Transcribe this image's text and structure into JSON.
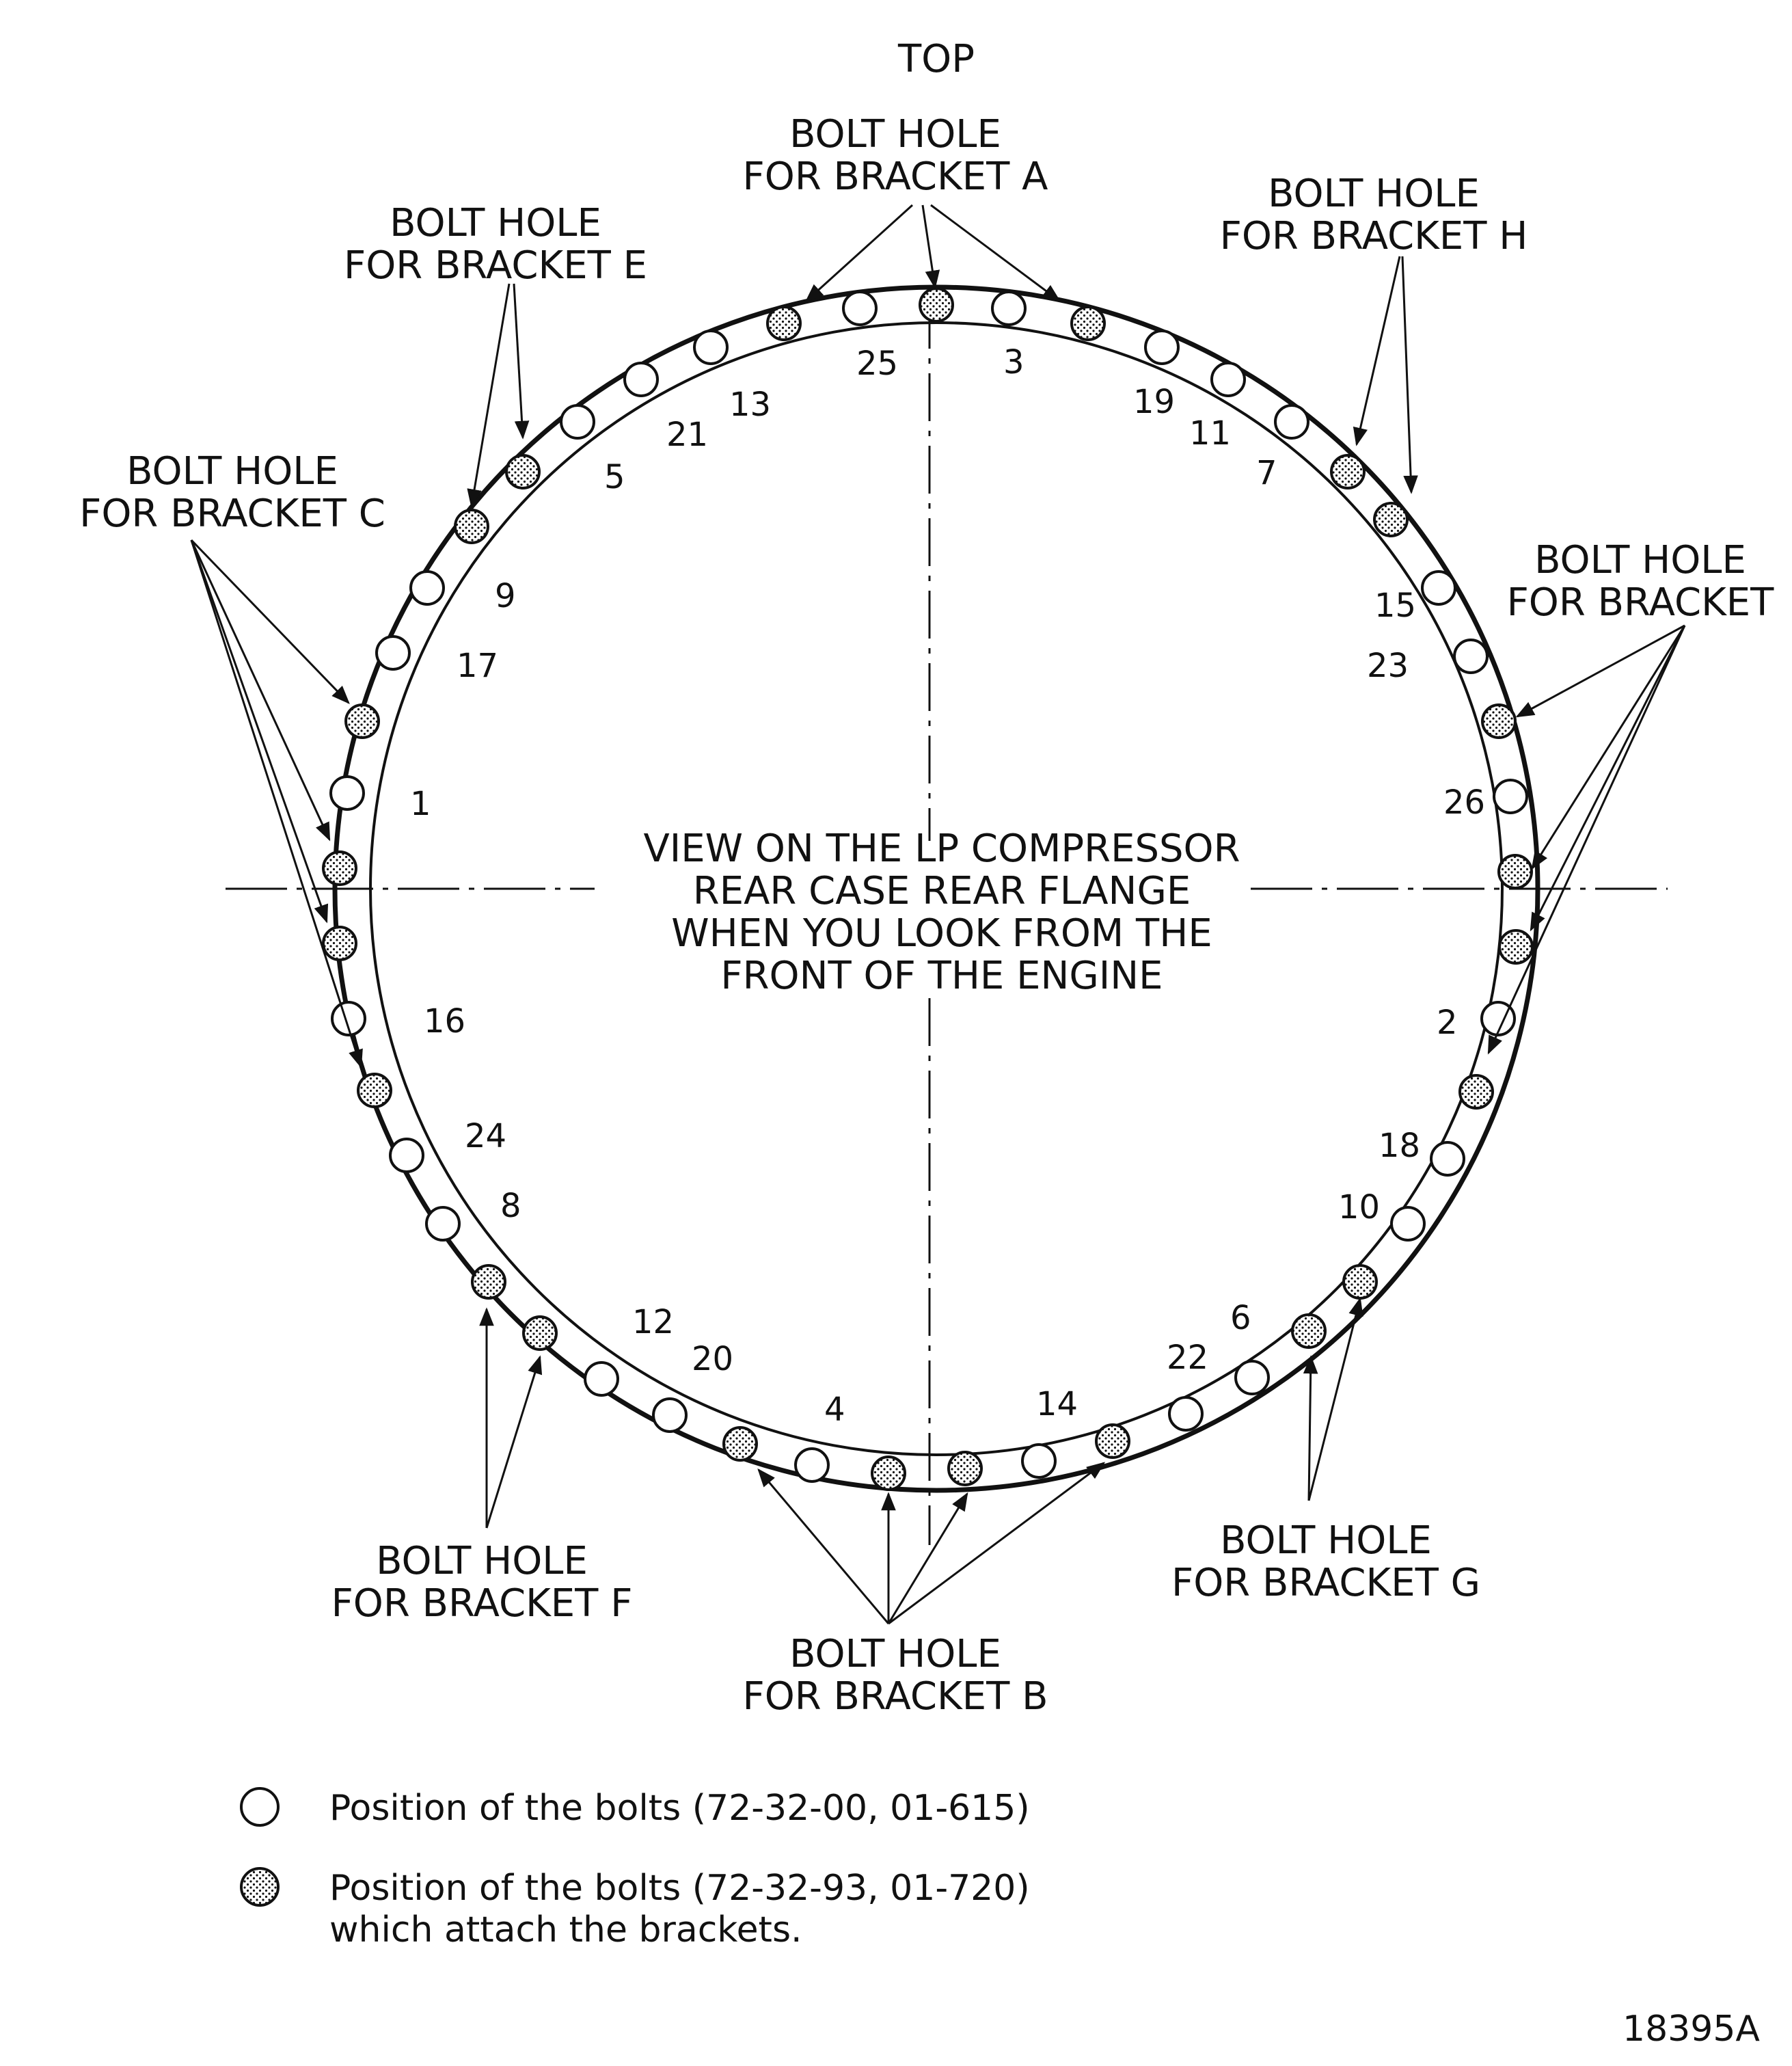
{
  "diagram": {
    "top_label": "TOP",
    "center_text": [
      "VIEW ON THE LP COMPRESSOR",
      "REAR CASE REAR FLANGE",
      "WHEN YOU LOOK FROM THE",
      "FRONT OF THE ENGINE"
    ],
    "bracket_labels": {
      "A": [
        "BOLT HOLE",
        "FOR BRACKET A"
      ],
      "E": [
        "BOLT HOLE",
        "FOR BRACKET E"
      ],
      "H": [
        "BOLT HOLE",
        "FOR BRACKET H"
      ],
      "C": [
        "BOLT HOLE",
        "FOR BRACKET C"
      ],
      "D": [
        "BOLT HOLE",
        "FOR BRACKET"
      ],
      "F": [
        "BOLT HOLE",
        "FOR BRACKET F"
      ],
      "B": [
        "BOLT HOLE",
        "FOR BRACKET B"
      ],
      "G": [
        "BOLT HOLE",
        "FOR BRACKET G"
      ]
    },
    "bolt_numbers": [
      "25",
      "3",
      "13",
      "21",
      "5",
      "19",
      "11",
      "7",
      "9",
      "17",
      "15",
      "23",
      "1",
      "26",
      "16",
      "2",
      "24",
      "8",
      "18",
      "10",
      "12",
      "20",
      "4",
      "14",
      "22",
      "6"
    ],
    "legend": {
      "plain": "Position of the bolts (72-32-00, 01-615)",
      "dotted_line1": "Position of the bolts (72-32-93, 01-720)",
      "dotted_line2": "which attach the brackets."
    },
    "figure_id": "18395A"
  }
}
